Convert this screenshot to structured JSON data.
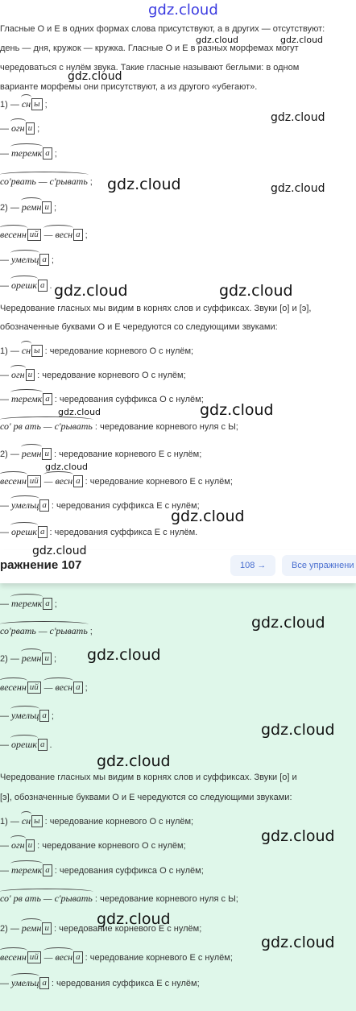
{
  "watermark": "gdz.cloud",
  "intro": [
    "Гласные О и Е в одних формах слова присутствуют, а в других — отсутствуют:",
    "день — дня, кружок — кружка. Гласные О и Е в разных морфемах могут",
    "чередоваться с нулём звука. Такие гласные называют беглыми: в одном",
    "варианте морфемы они присутствуют, а из другого «убегают»."
  ],
  "list1": [
    {
      "prefix": "1) —",
      "root": "сн",
      "end": "ы",
      "note": ";"
    },
    {
      "prefix": "—",
      "root": "огн",
      "end": "и",
      "note": ";"
    },
    {
      "prefix": "—",
      "root": "теремк",
      "end": "а",
      "note": ";"
    },
    {
      "prefix": "",
      "root": "со'рвать — с'рывать",
      "end": "",
      "note": ";"
    },
    {
      "prefix": "2) —",
      "root": "ремн",
      "end": "и",
      "note": ";"
    },
    {
      "prefix": "",
      "root": "весенн",
      "end": "ий",
      "tail": "— весн",
      "end2": "а",
      "note": ";"
    },
    {
      "prefix": "—",
      "root": "умельц",
      "end": "а",
      "note": ";"
    },
    {
      "prefix": "—",
      "root": "орешк",
      "end": "а",
      "note": "."
    }
  ],
  "middle": [
    "Чередование гласных мы видим в корнях слов и суффиксах. Звуки [о] и [э],",
    "обозначенные буквами О и Е чередуются со следующими звуками:"
  ],
  "list2": [
    {
      "prefix": "1) —",
      "root": "сн",
      "end": "ы",
      "note": ": чередование корневого О с нулём;"
    },
    {
      "prefix": "—",
      "root": "огн",
      "end": "и",
      "note": ": чередование корневого О с нулём;"
    },
    {
      "prefix": "—",
      "root": "теремк",
      "end": "а",
      "note": ": чередования суффикса О с нулём;"
    },
    {
      "prefix": "",
      "root": "со' рв ать — с'рывать",
      "end": "",
      "note": ": чередование корневого нуля с Ы;"
    },
    {
      "prefix": "2) —",
      "root": "ремн",
      "end": "и",
      "note": ": чередование корневого Е с нулём;"
    },
    {
      "prefix": "",
      "root": "весенн",
      "end": "ий",
      "tail": "— весн",
      "end2": "а",
      "note": ": чередование корневого Е с нулём;"
    },
    {
      "prefix": "—",
      "root": "умельц",
      "end": "а",
      "note": ": чередования суффикса Е с нулём;"
    },
    {
      "prefix": "—",
      "root": "орешк",
      "end": "а",
      "note": ": чередования суффикса Е с нулём."
    }
  ],
  "bar": {
    "title": "ражнение 107",
    "next": "108 →",
    "all": "Все упражнени"
  },
  "panel_list1": [
    {
      "prefix": "—",
      "root": "теремк",
      "end": "а",
      "note": ";"
    },
    {
      "prefix": "",
      "root": "со'рвать — с'рывать",
      "end": "",
      "note": ";"
    },
    {
      "prefix": "2) —",
      "root": "ремн",
      "end": "и",
      "note": ";"
    },
    {
      "prefix": "",
      "root": "весенн",
      "end": "ий",
      "tail": "— весн",
      "end2": "а",
      "note": ";"
    },
    {
      "prefix": "—",
      "root": "умельц",
      "end": "а",
      "note": ";"
    },
    {
      "prefix": "—",
      "root": "орешк",
      "end": "а",
      "note": "."
    }
  ],
  "panel_middle": [
    "Чередование гласных мы видим в корнях слов и суффиксах. Звуки [о] и",
    "[э], обозначенные буквами О и Е чередуются со следующими звуками:"
  ],
  "panel_list2": [
    {
      "prefix": "1) —",
      "root": "сн",
      "end": "ы",
      "note": ": чередование корневого О с нулём;"
    },
    {
      "prefix": "—",
      "root": "огн",
      "end": "и",
      "note": ": чередование корневого О с нулём;"
    },
    {
      "prefix": "—",
      "root": "теремк",
      "end": "а",
      "note": ": чередования суффикса О с нулём;"
    },
    {
      "prefix": "",
      "root": "со' рв ать — с'рывать",
      "end": "",
      "note": ": чередование корневого нуля с Ы;"
    },
    {
      "prefix": "2) —",
      "root": "ремн",
      "end": "и",
      "note": ": чередование корневого Е с нулём;"
    },
    {
      "prefix": "",
      "root": "весенн",
      "end": "ий",
      "tail": "— весн",
      "end2": "а",
      "note": ": чередование корневого Е с нулём;"
    },
    {
      "prefix": "—",
      "root": "умельц",
      "end": "а",
      "note": ": чередования суффикса Е с нулём;"
    }
  ]
}
